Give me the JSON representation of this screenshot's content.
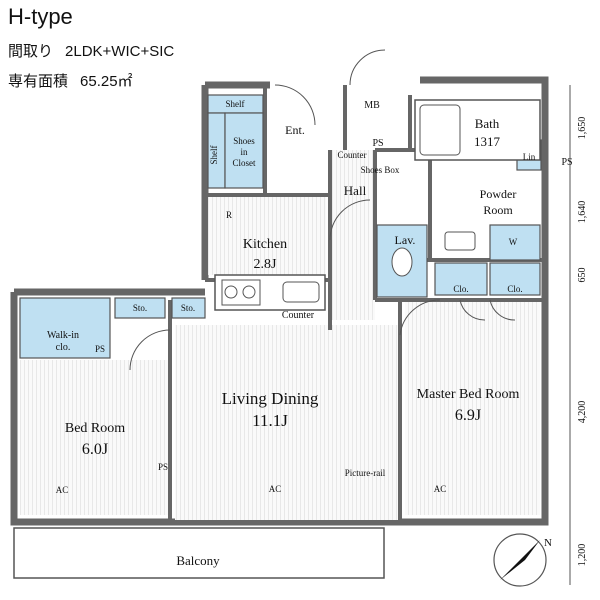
{
  "header": {
    "title": "H-type",
    "layout_label": "間取り",
    "layout_value": "2LDK+WIC+SIC",
    "area_label": "専有面積",
    "area_value": "65.25㎡"
  },
  "rooms": {
    "living_dining": {
      "name": "Living Dining",
      "size": "11.1J"
    },
    "kitchen": {
      "name": "Kitchen",
      "size": "2.8J"
    },
    "bed_room": {
      "name": "Bed Room",
      "size": "6.0J"
    },
    "master_bed_room": {
      "name": "Master Bed Room",
      "size": "6.9J"
    },
    "bath": {
      "name": "Bath",
      "size": "1317"
    },
    "powder_room": {
      "name": "Powder Room",
      "line1": "Powder",
      "line2": "Room"
    },
    "hall": "Hall",
    "entrance": "Ent.",
    "lavatory": "Lav.",
    "balcony": "Balcony",
    "walk_in_closet": {
      "line1": "Walk-in",
      "line2": "clo."
    },
    "shoes_in_closet": {
      "line1": "Shoes",
      "line2": "in",
      "line3": "Closet"
    }
  },
  "fixtures": {
    "shelf_top": "Shelf",
    "shelf_side": "Shelf",
    "mb": "MB",
    "ps": "PS",
    "ps_hall": "PS",
    "ps_bed": "PS",
    "ps_walkin": "PS",
    "counter": "Counter",
    "counter_hall": "Counter",
    "shoes_box": "Shoes Box",
    "sto1": "Sto.",
    "sto2": "Sto.",
    "clo1": "Clo.",
    "clo2": "Clo.",
    "lin": "Lin",
    "w": "W",
    "r": "R",
    "picture_rail": "Picture-rail",
    "ac": "AC"
  },
  "dimensions": [
    "1,650",
    "1,640",
    "650",
    "4,200",
    "1,200"
  ],
  "compass": "N",
  "colors": {
    "accent": "#bfe0f2",
    "wall": "#555555",
    "floor": "#f6f6f6"
  }
}
